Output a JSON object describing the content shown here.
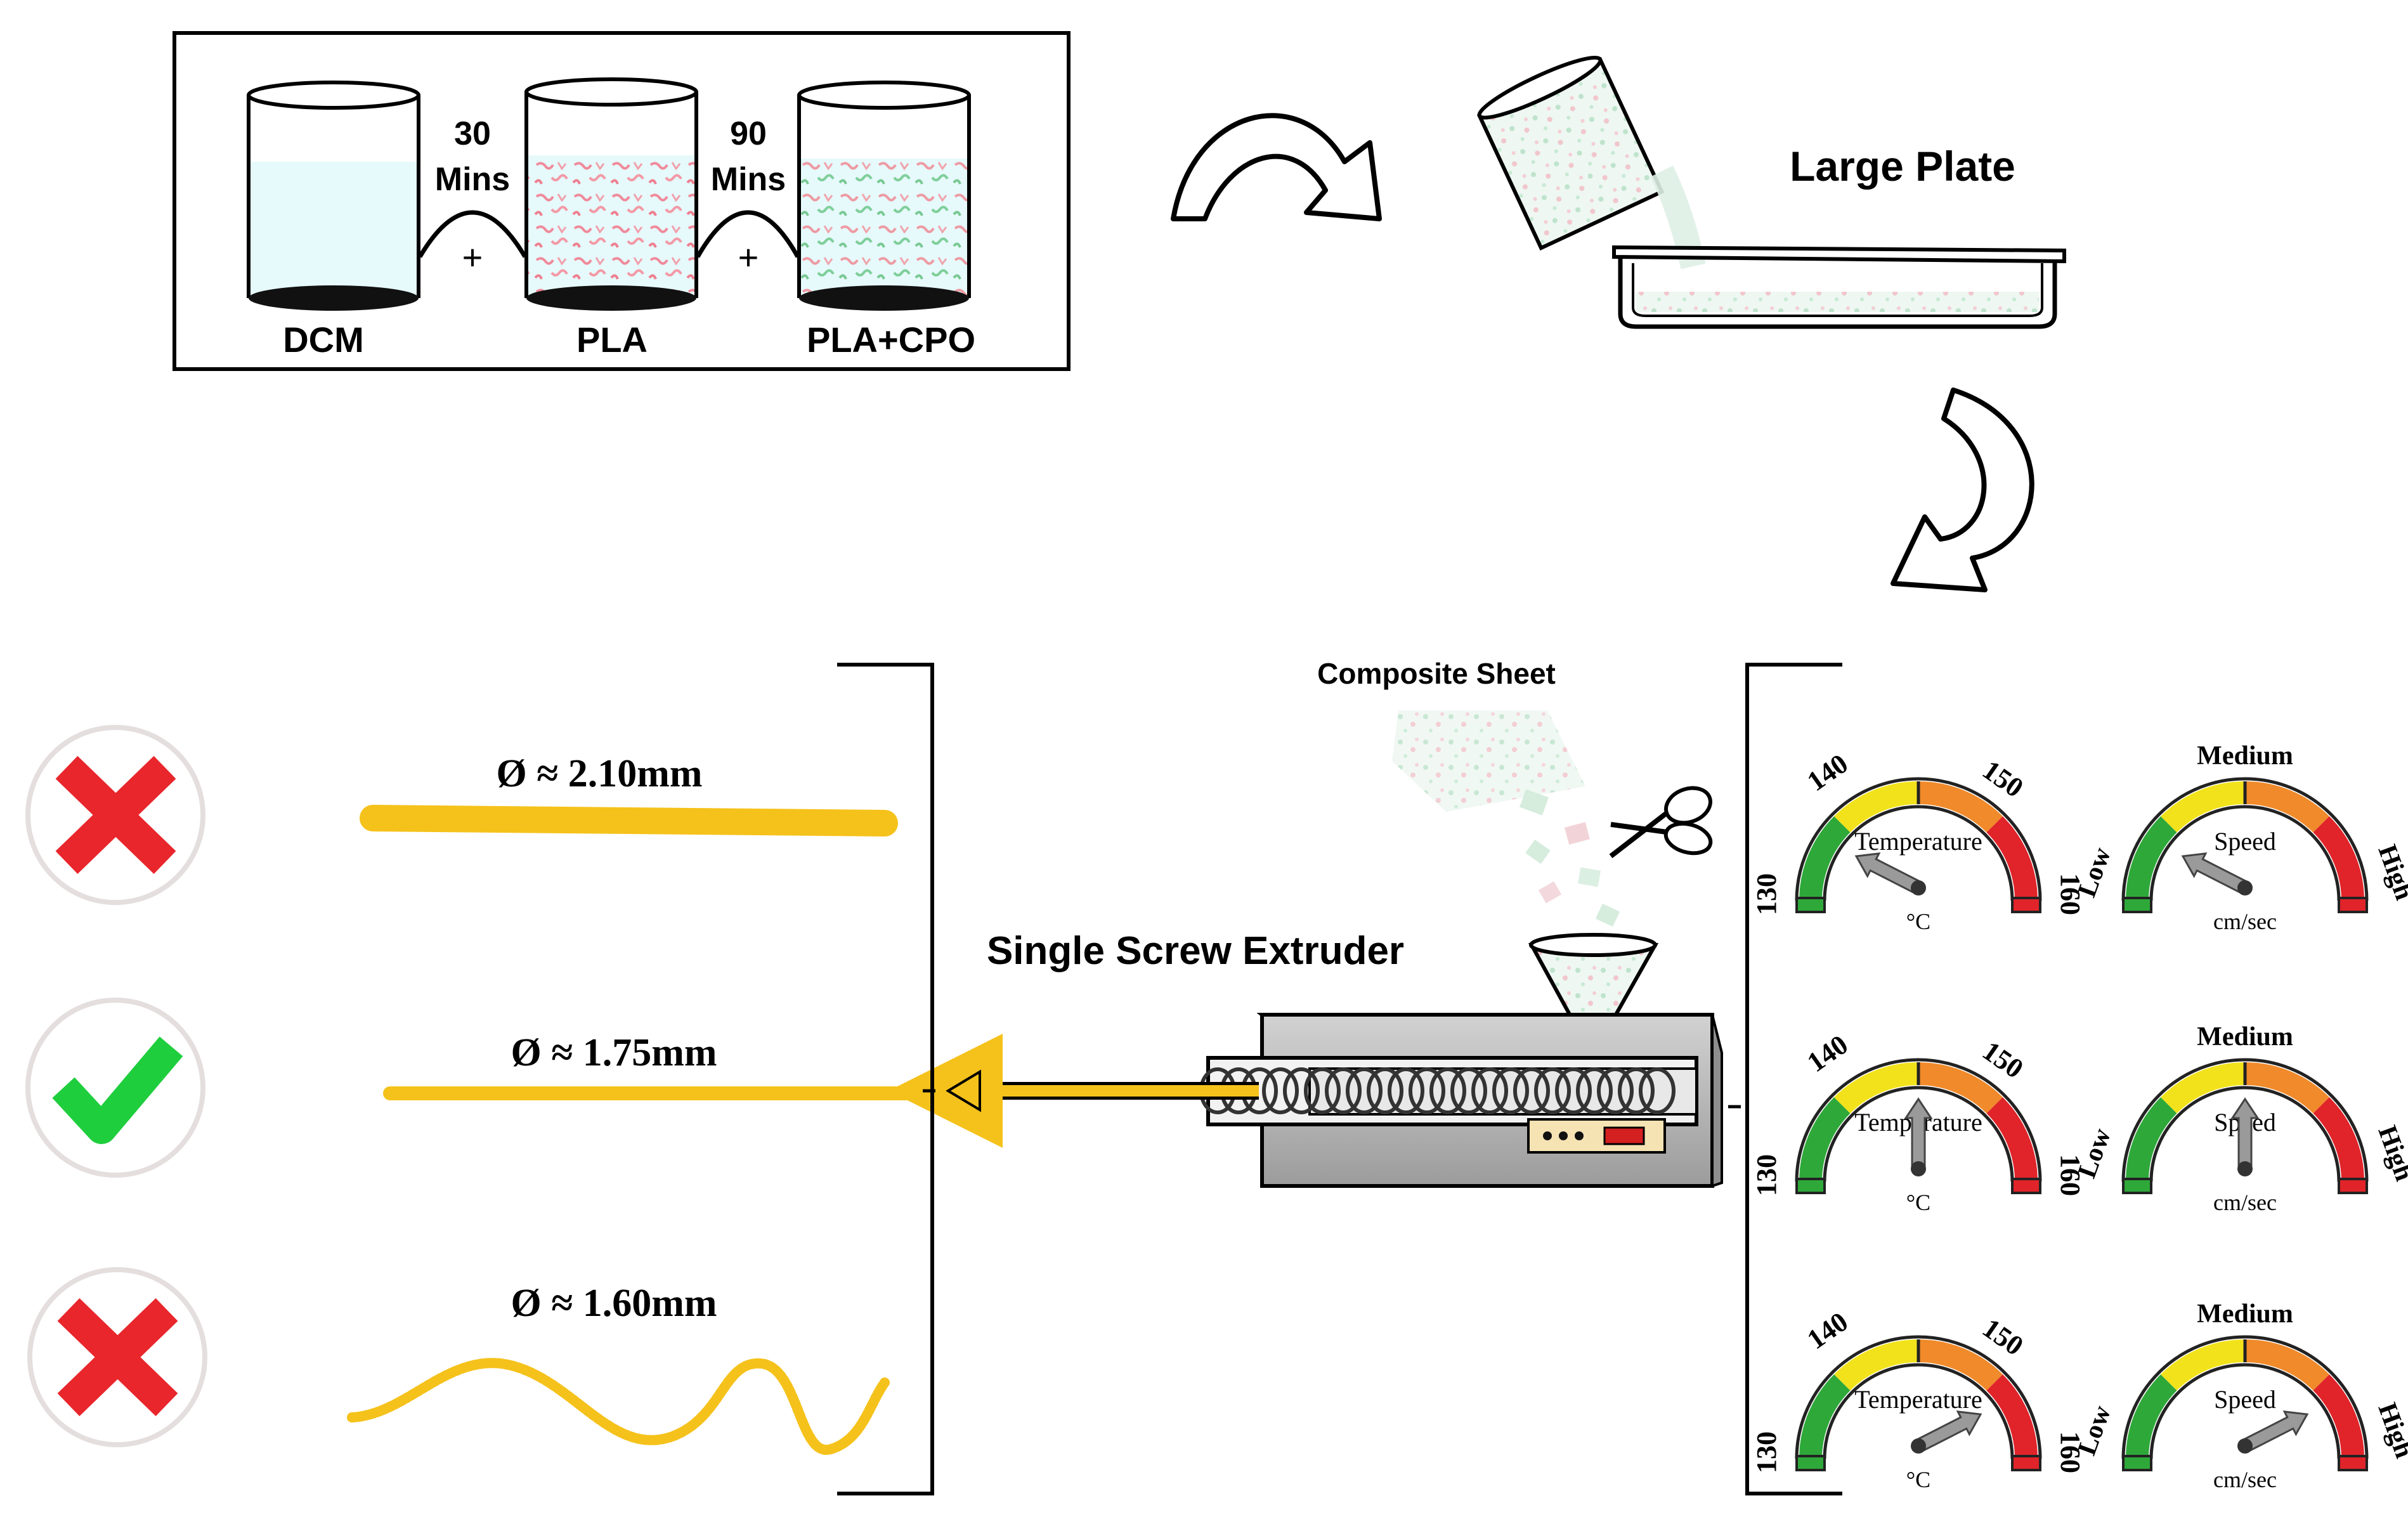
{
  "step1": {
    "beakers": [
      {
        "label": "DCM"
      },
      {
        "label": "PLA"
      },
      {
        "label": "PLA+CPO"
      }
    ],
    "times": [
      {
        "value": "30",
        "unit": "Mins",
        "sign": "+"
      },
      {
        "value": "90",
        "unit": "Mins",
        "sign": "+"
      }
    ]
  },
  "plate": {
    "label": "Large Plate"
  },
  "sheet": {
    "label": "Composite Sheet"
  },
  "extruder": {
    "label": "Single Screw Extruder"
  },
  "filaments": [
    {
      "diameter": "Ø ≈ 2.10mm",
      "result": "reject"
    },
    {
      "diameter": "Ø ≈ 1.75mm",
      "result": "accept"
    },
    {
      "diameter": "Ø ≈ 1.60mm",
      "result": "reject"
    }
  ],
  "gauges": {
    "temperature": {
      "title": "Temperature",
      "unit": "°C",
      "ticks": [
        "130",
        "140",
        "150",
        "160"
      ],
      "settings": [
        0.15,
        0.5,
        0.85
      ]
    },
    "speed": {
      "title": "Speed",
      "unit": "cm/sec",
      "ticks": [
        "Low",
        "Medium",
        "High"
      ],
      "settings": [
        0.15,
        0.5,
        0.85
      ]
    }
  },
  "colors": {
    "filament": "#f5c21b",
    "liquid": "#e6f9fb",
    "reject": "#e8262b",
    "accept": "#1fce3d",
    "gauge_green": "#2fa83a",
    "gauge_yellow": "#f2e21b",
    "gauge_orange": "#f08a2a",
    "gauge_red": "#e0242a"
  }
}
